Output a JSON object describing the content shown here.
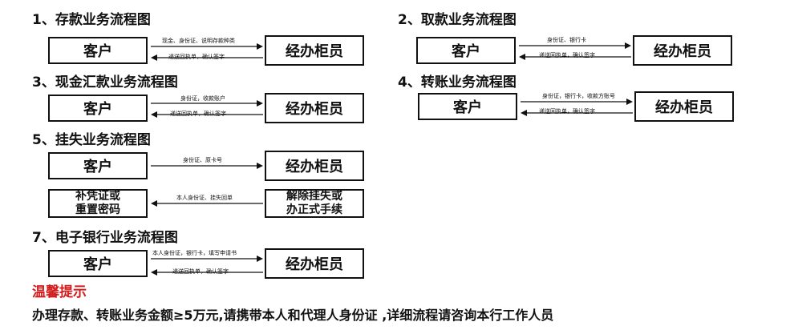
{
  "sections": [
    {
      "title": "1、存款业务流程图",
      "left": "客户",
      "right": "经办柜员",
      "fwd": "现金、身份证、说明存款种类",
      "back": "递送回执单，确认签字"
    },
    {
      "title": "2、取款业务流程图",
      "left": "客户",
      "right": "经办柜员",
      "fwd": "身份证、银行卡",
      "back": "递送回执单，确认签字"
    },
    {
      "title": "3、现金汇款业务流程图",
      "left": "客户",
      "right": "经办柜员",
      "fwd": "身份证，收款账户",
      "back": "递送回执单，确认签字"
    },
    {
      "title": "4、转账业务流程图",
      "left": "客户",
      "right": "经办柜员",
      "fwd": "身份证，银行卡，收款方账号",
      "back": "递送回执单，确认签字"
    },
    {
      "title": "5、挂失业务流程图",
      "left": "客户",
      "right": "经办柜员",
      "fwd": "身份证、原卡号",
      "left2": [
        "补凭证或",
        "重置密码"
      ],
      "right2": [
        "解除挂失或",
        "办正式手续"
      ],
      "back2": "本人身份证、挂失回单"
    },
    {
      "title": "7、电子银行业务流程图",
      "left": "客户",
      "right": "经办柜员",
      "fwd": "本人身份证，银行卡，填写申请书",
      "back": "递送回执单，确认签字"
    }
  ],
  "tip": {
    "title": "温馨提示",
    "text": "办理存款、转账业务金额≥5万元,请携带本人和代理人身份证 ,详细流程请咨询本行工作人员"
  }
}
